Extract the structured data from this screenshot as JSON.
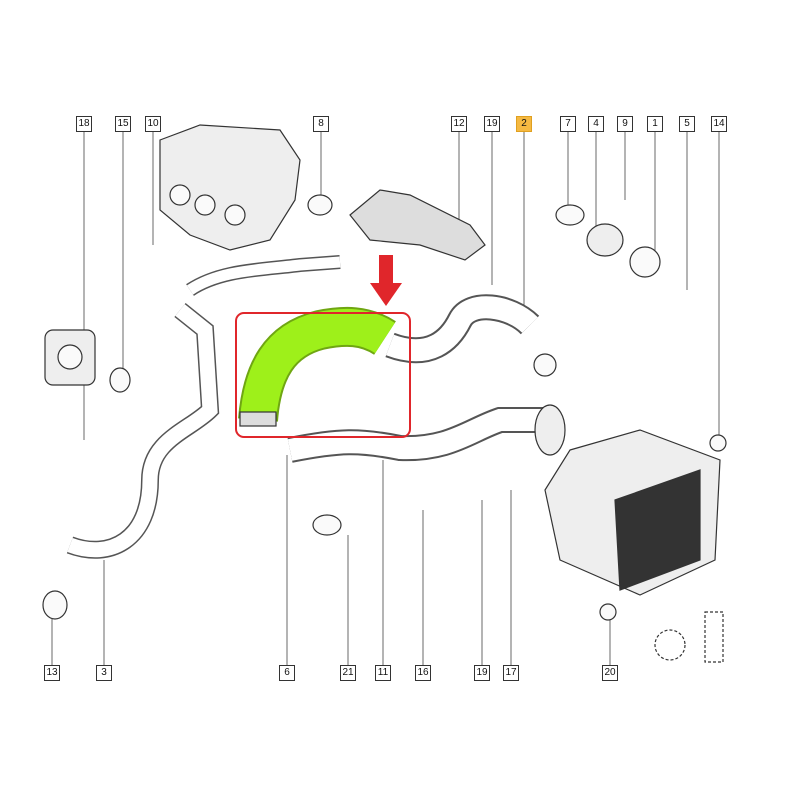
{
  "diagram": {
    "top_labels": [
      "18",
      "15",
      "10",
      "8",
      "12",
      "19",
      "2",
      "7",
      "4",
      "9",
      "1",
      "5",
      "14"
    ],
    "bottom_labels": [
      "13",
      "3",
      "6",
      "21",
      "11",
      "16",
      "19",
      "17",
      "20"
    ],
    "highlighted_label": "2",
    "colors": {
      "highlight_part": "#9ef01a",
      "callout": "#e0262b",
      "label_highlight": "#f5b942"
    }
  }
}
